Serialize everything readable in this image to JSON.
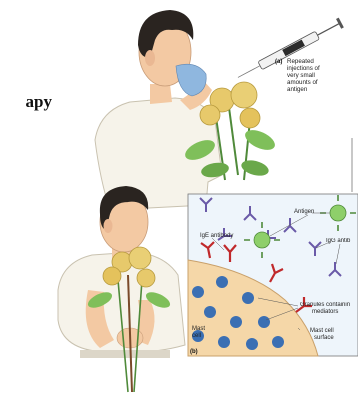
{
  "figure": {
    "title_fragment": "apy",
    "panel_a": {
      "label": "(a)",
      "caption_lines": [
        "Repeated",
        "injections of",
        "very small",
        "amounts of",
        "antigen"
      ]
    },
    "panel_b": {
      "label": "(b)",
      "labels": {
        "antigen": "Antigen",
        "ige_antibody": "IgE antibody",
        "igg_antibody": "IgG antib",
        "granules_line1": "Granules containin",
        "granules_line2": "mediators",
        "mast_cell_line1": "Mast",
        "mast_cell_line2": "cell",
        "mast_cell_surface_line1": "Mast cell",
        "mast_cell_surface_line2": "surface"
      }
    }
  },
  "colors": {
    "skin": "#f3c9a3",
    "hair": "#2a2420",
    "shirt": "#f6f3ea",
    "rose": "#e7c96b",
    "leaf": "#7fbf5a",
    "mast_cell": "#f5d7a8",
    "granule": "#3b6fb3",
    "ige": "#c0292b",
    "igg": "#6a5aa8",
    "antigen": "#8ecf6a",
    "inset_bg": "#eef5fb"
  }
}
